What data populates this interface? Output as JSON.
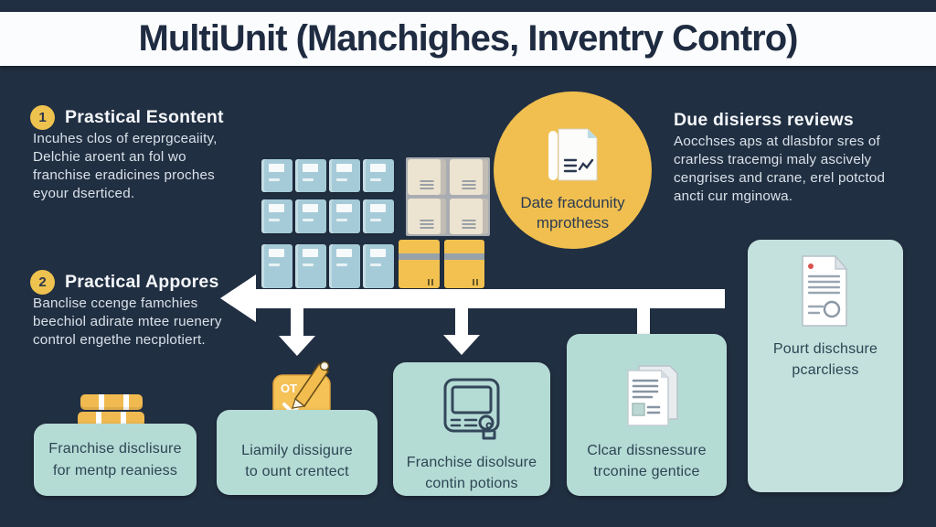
{
  "header": {
    "title": "MultiUnit (Manchighes, Inventry Contro)"
  },
  "colors": {
    "background": "#212f42",
    "header_bar": "#fbfcfd",
    "title_text": "#1e2b41",
    "accent_yellow": "#f0bf4f",
    "blue_box": "#a6cbd8",
    "tan_box": "#ece3d0",
    "teal_card": "#b5dbd5",
    "teal_card_light": "#c4e1dd",
    "arrow_white": "#ffffff",
    "body_text": "#d9e1e9",
    "card_text": "#2c4553"
  },
  "sections": {
    "item1": {
      "number": "1",
      "heading": "Prastical Esontent",
      "body": "Incuhes clos of ereprgceaiity,\nDelchie aroent an fol wo\nfranchise eradicines proches\neyour dserticed."
    },
    "item2": {
      "number": "2",
      "heading": "Practical Appores",
      "body": "Banclise ccenge famchies\nbeechiol adirate mtee ruenery\ncontrol engethe necplotiert."
    },
    "due_review": {
      "heading": "Due disierss reviews",
      "body": "Aocchses aps at dlasbfor sres of\ncrarless tracemgi maly ascively\ncengrises and crane, erel potctod\nancti cur mginowa."
    }
  },
  "circle": {
    "icon": "document-chart-icon",
    "label": "Date fracdunity\nmprothess"
  },
  "inventory": {
    "blue_rows": [
      4,
      4,
      4
    ],
    "tan_count": 4,
    "yellow_count": 2
  },
  "pencil_card": {
    "chip_label": "OT"
  },
  "cards": [
    {
      "icon": "coins-icon",
      "label": "Franchise disclisure\nfor mentp reaniess"
    },
    {
      "icon": "pencil-card-icon",
      "label": "Liamily dissigure\nto ount crentect"
    },
    {
      "icon": "monitor-icon",
      "label": "Franchise disolsure\ncontin potions"
    },
    {
      "icon": "documents-icon",
      "label": "Clcar dissnessure\ntrconine gentice"
    },
    {
      "icon": "report-seal-icon",
      "label": "Pourt dischsure\npcarcliess"
    }
  ]
}
